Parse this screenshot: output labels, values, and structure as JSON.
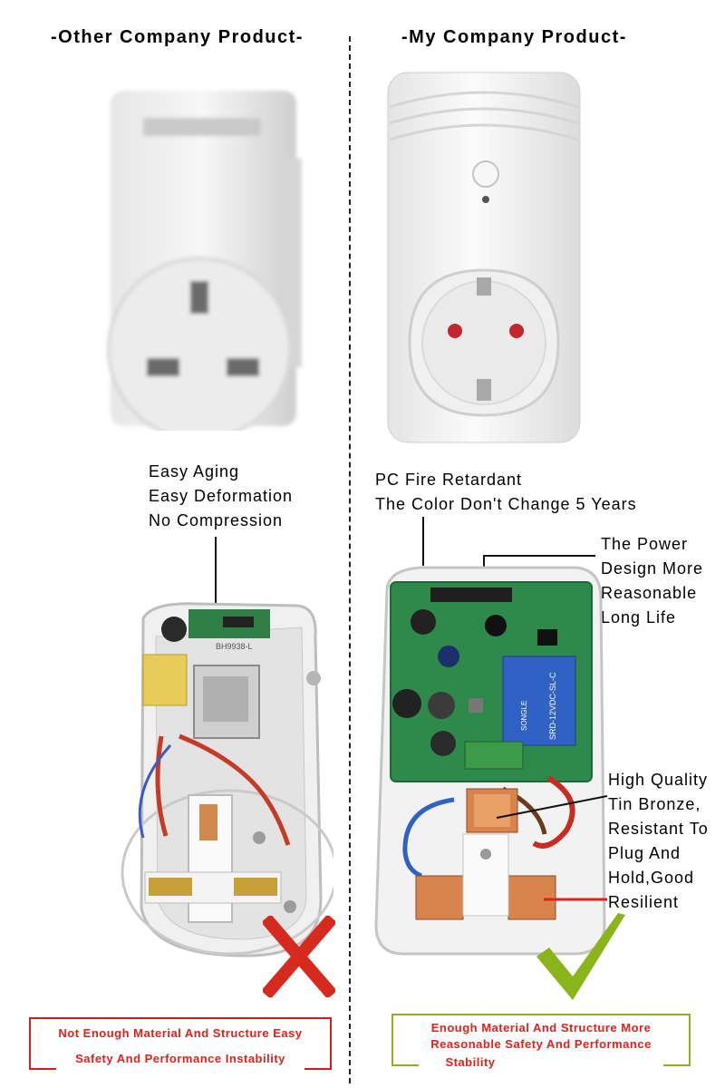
{
  "headings": {
    "left": "-Other Company Product-",
    "right": "-My Company Product-"
  },
  "left_notes": [
    "Easy Aging",
    "Easy Deformation",
    "No Compression"
  ],
  "right_notes": [
    "PC Fire Retardant",
    "The Color Don't Change 5 Years"
  ],
  "power_notes": [
    "The Power",
    "Design More",
    "Reasonable",
    "Long Life"
  ],
  "quality_notes": [
    "High Quality",
    "Tin Bronze,",
    "Resistant To",
    "Plug And",
    "Hold,Good",
    "Resilient"
  ],
  "board_labels": {
    "left_pcb": "BH9938-L",
    "relay": "SRD-12VDC-SL-C",
    "relay_brand": "SONGLE"
  },
  "bottom_boxes": {
    "left_line1": "Not Enough Material And Structure Easy",
    "left_line2": "Safety And Performance Instability",
    "right_line1": "Enough Material And Structure More",
    "right_line2": "Reasonable Safety And Performance",
    "right_line3": "Stability"
  },
  "marks": {
    "bad": "cross-mark",
    "good": "check-mark"
  },
  "colors": {
    "bad": "#d72a1e",
    "good": "#8ab51a",
    "pcb": "#2e8a4a",
    "housing": "#f1f1f1"
  }
}
